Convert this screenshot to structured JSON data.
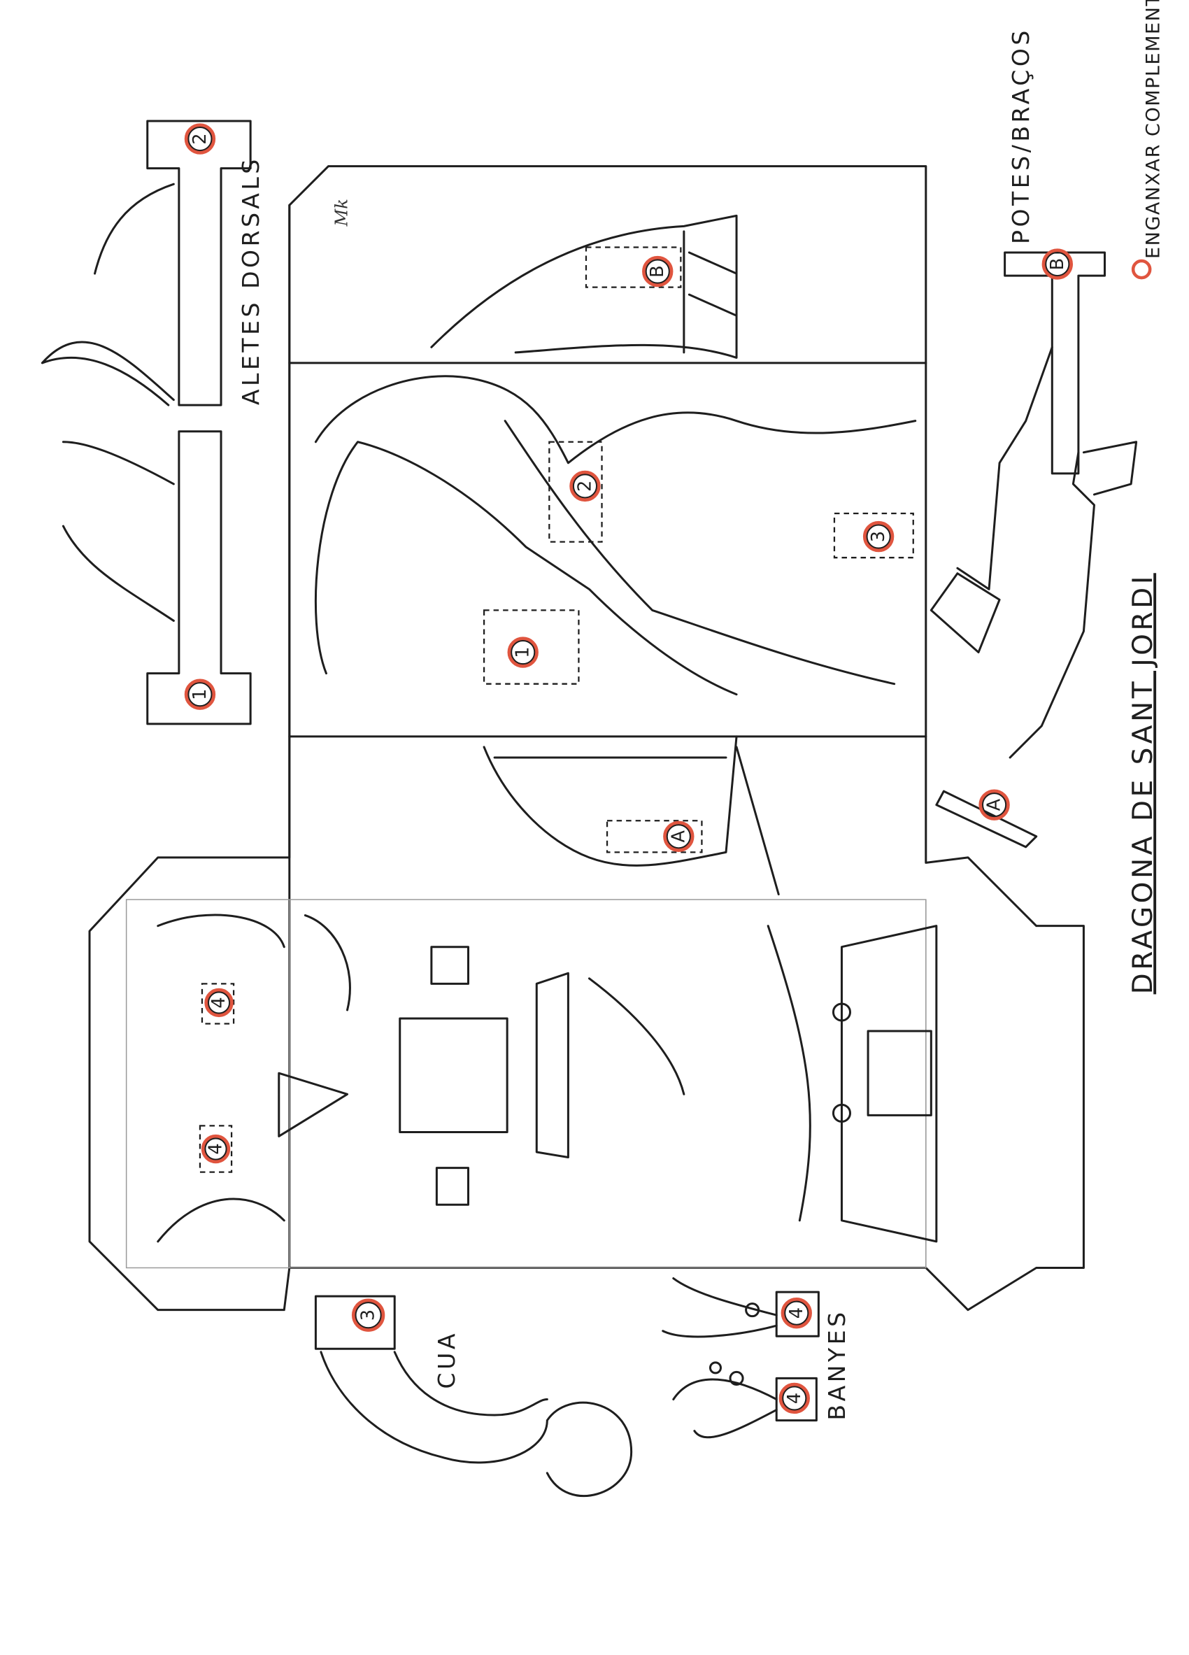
{
  "labels": {
    "dorsal_fins": "ALETES DORSALS",
    "legs_arms": "POTES/BRAÇOS",
    "legend": "ENGANXAR COMPLEMENTS",
    "title": "DRAGONA DE SANT JORDI",
    "tail": "CUA",
    "horns": "BANYES"
  },
  "markers": {
    "fin_tab_1": "1",
    "fin_tab_2": "2",
    "body_1": "1",
    "body_2": "2",
    "body_3": "3",
    "body_b": "B",
    "leg_b": "B",
    "body_a": "A",
    "leg_a": "A",
    "face_4_left": "4",
    "face_4_right": "4",
    "tail_3": "3",
    "horn_4_top": "4",
    "horn_4_bottom": "4"
  },
  "signature": "Mk",
  "colors": {
    "glue_marker": "#e0553f",
    "ink": "#1e1e1e"
  }
}
